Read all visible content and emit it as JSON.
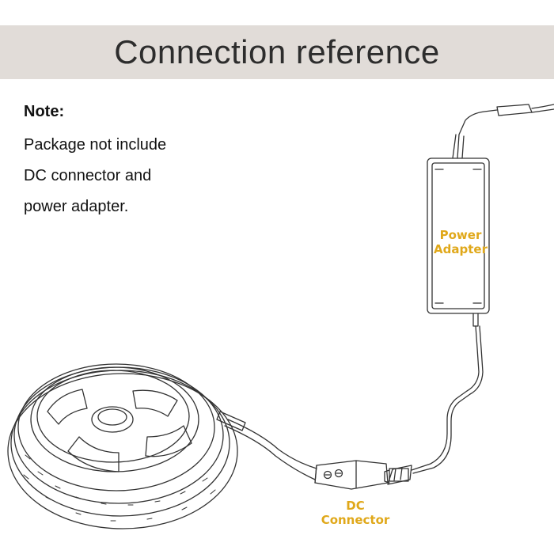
{
  "title": "Connection reference",
  "note": {
    "heading": "Note:",
    "lines": [
      "Package not include",
      "DC connector and",
      "power adapter."
    ]
  },
  "labels": {
    "power_adapter": [
      "Power",
      "Adapter"
    ],
    "dc_connector": [
      "DC",
      "Connector"
    ]
  },
  "colors": {
    "banner_bg": "#e1dcd8",
    "title_text": "#2d2d2d",
    "label_accent": "#e0a81a",
    "line_art": "#333333"
  }
}
